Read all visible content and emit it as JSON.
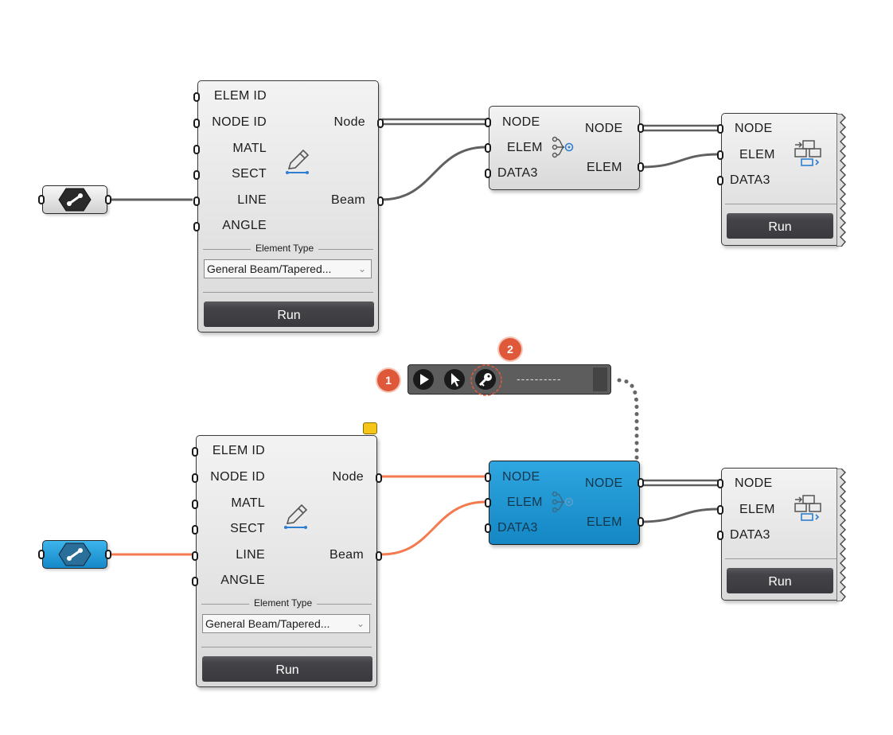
{
  "colors": {
    "wire": "#606060",
    "wire_selected": "#f47a4f",
    "selected": "#1e98d6",
    "badge": "#e0583a"
  },
  "create_element": {
    "inputs": [
      "ELEM ID",
      "NODE ID",
      "MATL",
      "SECT",
      "LINE",
      "ANGLE"
    ],
    "outputs": [
      "Node",
      "Beam"
    ],
    "icon": "pencil-icon",
    "element_type_label": "Element Type",
    "element_type_value": "General Beam/Tapered...",
    "run_label": "Run"
  },
  "merge": {
    "inputs": [
      "NODE",
      "ELEM",
      "DATA3"
    ],
    "outputs": [
      "NODE",
      "ELEM"
    ],
    "icon": "merge-icon"
  },
  "send": {
    "inputs": [
      "NODE",
      "ELEM",
      "DATA3"
    ],
    "icon": "send-icon",
    "run_label": "Run"
  },
  "line_param": {
    "icon": "line-param-icon"
  },
  "toolbar": {
    "text": "----------",
    "buttons": [
      "play-icon",
      "cursor-icon",
      "key-icon"
    ]
  },
  "badges": [
    "1",
    "2"
  ]
}
